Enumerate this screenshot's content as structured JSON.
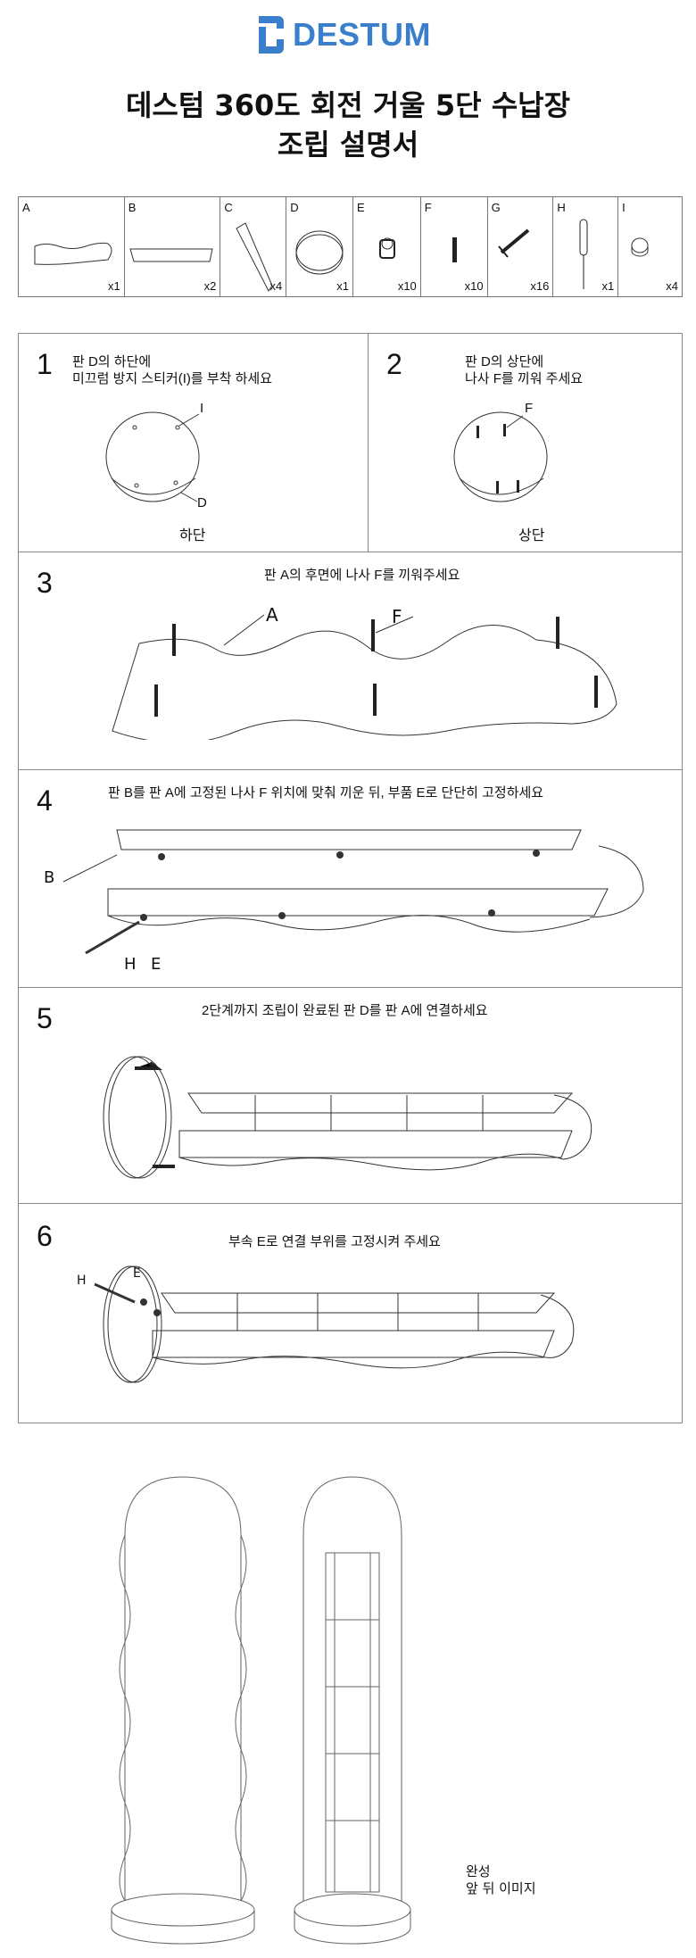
{
  "brand": {
    "name": "DESTUM",
    "color": "#3a7fcc"
  },
  "title": {
    "line1": "데스텀 360도 회전 거울 5단 수납장",
    "line2": "조립 설명서"
  },
  "parts": [
    {
      "label": "A",
      "qty": "x1"
    },
    {
      "label": "B",
      "qty": "x2"
    },
    {
      "label": "C",
      "qty": "x4"
    },
    {
      "label": "D",
      "qty": "x1"
    },
    {
      "label": "E",
      "qty": "x10"
    },
    {
      "label": "F",
      "qty": "x10"
    },
    {
      "label": "G",
      "qty": "x16"
    },
    {
      "label": "H",
      "qty": "x1"
    },
    {
      "label": "I",
      "qty": "x4"
    }
  ],
  "steps": [
    {
      "num": "1",
      "line1": "판 D의 하단에",
      "line2": "미끄럼 방지 스티커(I)를 부착 하세요",
      "caption": "하단",
      "callouts": [
        "I",
        "D"
      ]
    },
    {
      "num": "2",
      "line1": "판 D의 상단에",
      "line2": "나사 F를 끼워 주세요",
      "caption": "상단",
      "callouts": [
        "F"
      ]
    },
    {
      "num": "3",
      "text": "판 A의 후면에 나사 F를 끼워주세요",
      "callouts": [
        "A",
        "F"
      ]
    },
    {
      "num": "4",
      "text": "판 B를 판 A에 고정된 나사 F 위치에 맞춰 끼운 뒤, 부품 E로 단단히 고정하세요",
      "callouts": [
        "B",
        "H",
        "E"
      ]
    },
    {
      "num": "5",
      "text": "2단계까지 조립이 완료된 판 D를 판 A에 연결하세요"
    },
    {
      "num": "6",
      "text": "부속 E로 연결 부위를 고정시켜 주세요",
      "callouts": [
        "H",
        "E"
      ]
    }
  ],
  "completed": {
    "line1": "완성",
    "line2": "앞 뒤 이미지"
  }
}
